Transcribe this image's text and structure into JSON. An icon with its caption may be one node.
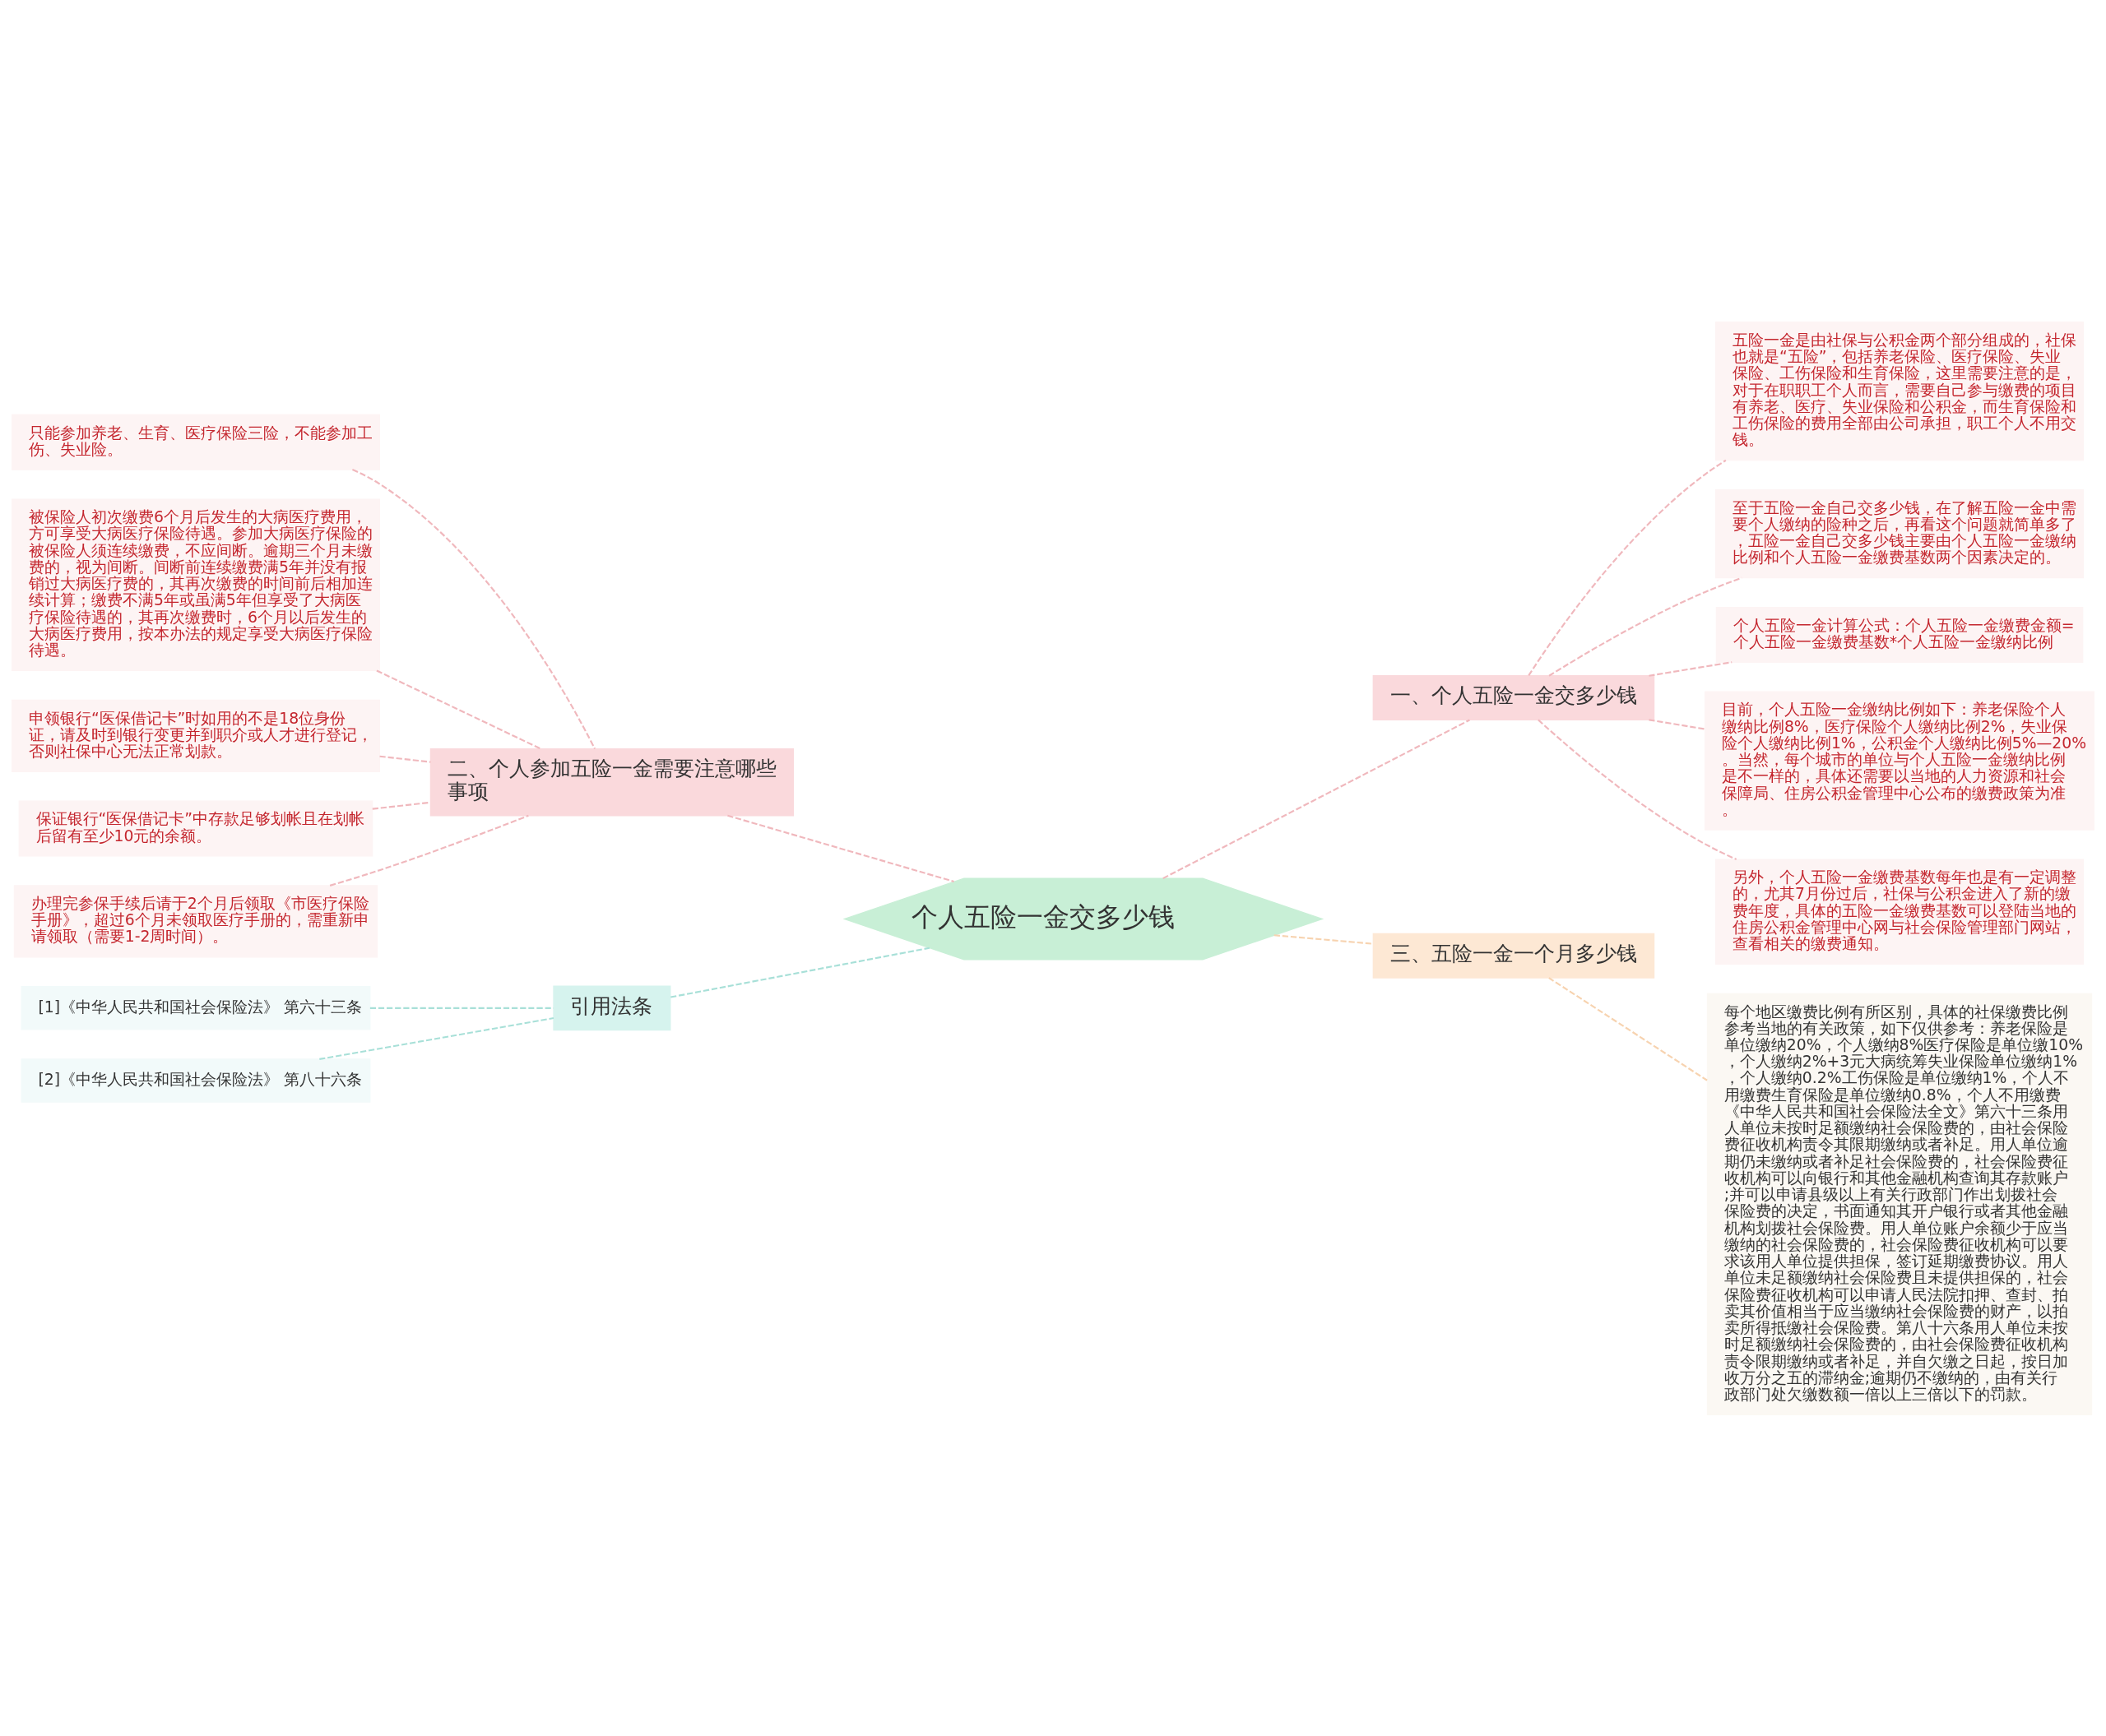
{
  "diagram": {
    "nodes": [
      {
        "text": [
          "个人五险一金交多少钱"
        ]
      },
      {
        "text": [
          "一、个人五险一金交多少钱"
        ]
      },
      {
        "text": [
          "五险一金是由社保与公积金两个部分组成的，社保也就是“五险”，包括养老保险、医疗保险、失业保险、工伤保险和生育保险，这里需要注意的是，对于在职职工个人而言，需要自己参与缴费的项目有养老、医疗、失业保险和公积金，而生育保险和工伤保险的费用全部由公司承担，职工个人不用交钱。"
        ]
      },
      {
        "text": [
          "至于五险一金自己交多少钱，在了解五险一金中需要个人缴纳的险种之后，再看这个问题就简单多了，五险一金自己交多少钱主要由个人五险一金缴纳比例和个人五险一金缴费基数两个因素决定的。"
        ]
      },
      {
        "text": [
          "个人五险一金计算公式：个人五险一金缴费金额=个人五险一金缴费基数*个人五险一金缴纳比例"
        ]
      },
      {
        "text": [
          "目前，个人五险一金缴纳比例如下：养老保险个人缴纳比例8%，医疗保险个人缴纳比例2%，失业保险个人缴纳比例1%，公积金个人缴纳比例5%—20%。当然，每个城市的单位与个人五险一金缴纳比例是不一样的，具体还需要以当地的人力资源和社会保障局、住房公积金管理中心公布的缴费政策为准。"
        ]
      },
      {
        "text": [
          "另外，个人五险一金缴费基数每年也是有一定调整的，尤其7月份过后，社保与公积金进入了新的缴费年度，具体的五险一金缴费基数可以登陆当地的住房公积金管理中心网与社会保险管理部门网站，查看相关的缴费通知。"
        ]
      },
      {
        "text": [
          "二、个人参加五险一金需要注意哪些事项"
        ]
      },
      {
        "text": [
          "只能参加养老、生育、医疗保险三险，不能参加工伤、失业险。"
        ]
      },
      {
        "text": [
          "被保险人初次缴费6个月后发生的大病医疗费用，方可享受大病医疗保险待遇。参加大病医疗保险的被保险人须连续缴费，不应间断。逾期三个月未缴费的，视为间断。间断前连续缴费满5年并没有报销过大病医疗费的，其再次缴费的时间前后相加连续计算；缴费不满5年或虽满5年但享受了大病医疗保险待遇的，其再次缴费时，6个月以后发生的大病医疗费用，按本办法的规定享受大病医疗保险待遇。"
        ]
      },
      {
        "text": [
          "申领银行“医保借记卡”时如用的不是18位身份证，请及时到银行变更并到职介或人才进行登记，否则社保中心无法正常划款。"
        ]
      },
      {
        "text": [
          "保证银行“医保借记卡”中存款足够划帐且在划帐后留有至少10元的余额。"
        ]
      },
      {
        "text": [
          "办理完参保手续后请于2个月后领取《市医疗保险手册》，超过6个月未领取医疗手册的，需重新申请领取（需要1-2周时间）。"
        ]
      },
      {
        "text": [
          "引用法条"
        ]
      },
      {
        "text": [
          "[1]《中华人民共和国社会保险法》 第六十三条"
        ]
      },
      {
        "text": [
          "[2]《中华人民共和国社会保险法》 第八十六条"
        ]
      },
      {
        "text": [
          "三、五险一金一个月多少钱"
        ]
      },
      {
        "text": [
          "每个地区缴费比例有所区别，具体的社保缴费比例参考当地的有关政策，如下仅供参考：养老保险是单位缴纳20%，个人缴纳8%医疗保险是单位缴10%，个人缴纳2%+3元大病统筹失业保险单位缴纳1%，个人缴纳0.2%工伤保险是单位缴纳1%，个人不用缴费生育保险是单位缴纳0.8%，个人不用缴费《中华人民共和国社会保险法全文》第六十三条用人单位未按时足额缴纳社会保险费的，由社会保险费征收机构责令其限期缴纳或者补足。用人单位逾期仍未缴纳或者补足社会保险费的，社会保险费征收机构可以向银行和其他金融机构查询其存款账户;并可以申请县级以上有关行政部门作出划拨社会保险费的决定，书面通知其开户银行或者其他金融机构划拨社会保险费。用人单位账户余额少于应当缴纳的社会保险费的，社会保险费征收机构可以要求该用人单位提供担保，签订延期缴费协议。用人单位未足额缴纳社会保险费且未提供担保的，社会保险费征收机构可以申请人民法院扣押、查封、拍卖其价值相当于应当缴纳社会保险费的财产，以拍卖所得抵缴社会保险费。第八十六条用人单位未按时足额缴纳社会保险费的，由社会保险费征收机构责令限期缴纳或者补足，并自欠缴之日起，按日加收万分之五的滞纳金;逾期仍不缴纳的，由有关行政部门处欠缴数额一倍以上三倍以下的罚款。"
        ]
      }
    ],
    "edges": [
      {
        "from": 0,
        "to": 1,
        "arrow": "none",
        "style": "dashed"
      },
      {
        "from": 1,
        "to": 2,
        "arrow": "none",
        "style": "dashed"
      },
      {
        "from": 1,
        "to": 3,
        "arrow": "none",
        "style": "dashed"
      },
      {
        "from": 1,
        "to": 4,
        "arrow": "none",
        "style": "dashed"
      },
      {
        "from": 1,
        "to": 5,
        "arrow": "none",
        "style": "dashed"
      },
      {
        "from": 1,
        "to": 6,
        "arrow": "none",
        "style": "dashed"
      },
      {
        "from": 7,
        "to": 0,
        "arrow": "none",
        "style": "dashed"
      },
      {
        "from": 8,
        "to": 7,
        "arrow": "none",
        "style": "dashed"
      },
      {
        "from": 9,
        "to": 7,
        "arrow": "none",
        "style": "dashed"
      },
      {
        "from": 10,
        "to": 7,
        "arrow": "none",
        "style": "dashed"
      },
      {
        "from": 11,
        "to": 7,
        "arrow": "none",
        "style": "dashed"
      },
      {
        "from": 12,
        "to": 7,
        "arrow": "none",
        "style": "dashed"
      },
      {
        "from": 13,
        "to": 0,
        "arrow": "none",
        "style": "dashed",
        "color": "#a8e0d8"
      },
      {
        "from": 14,
        "to": 13,
        "arrow": "none",
        "style": "dashed",
        "color": "#a8e0d8"
      },
      {
        "from": 15,
        "to": 13,
        "arrow": "none",
        "style": "dashed",
        "color": "#a8e0d8"
      },
      {
        "from": 0,
        "to": 16,
        "arrow": "none",
        "style": "dashed",
        "color": "#f7d3b0"
      },
      {
        "from": 16,
        "to": 17,
        "arrow": "none",
        "style": "dashed",
        "color": "#f7d3b0"
      }
    ]
  }
}
